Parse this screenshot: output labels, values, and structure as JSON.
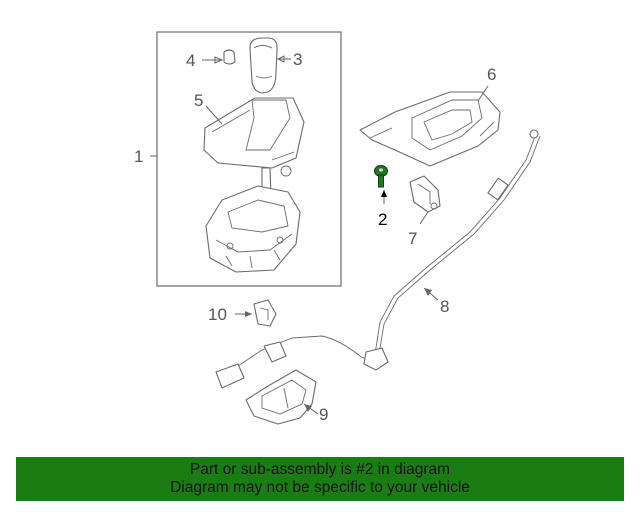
{
  "callouts": {
    "c1": "1",
    "c2": "2",
    "c3": "3",
    "c4": "4",
    "c5": "5",
    "c6": "6",
    "c7": "7",
    "c8": "8",
    "c9": "9",
    "c10": "10"
  },
  "highlight_color": "#1f7a1f",
  "footer": {
    "line1": "Part or sub-assembly is #2 in diagram",
    "line2": "Diagram may not be specific to your vehicle",
    "background": "#1a7d14"
  }
}
